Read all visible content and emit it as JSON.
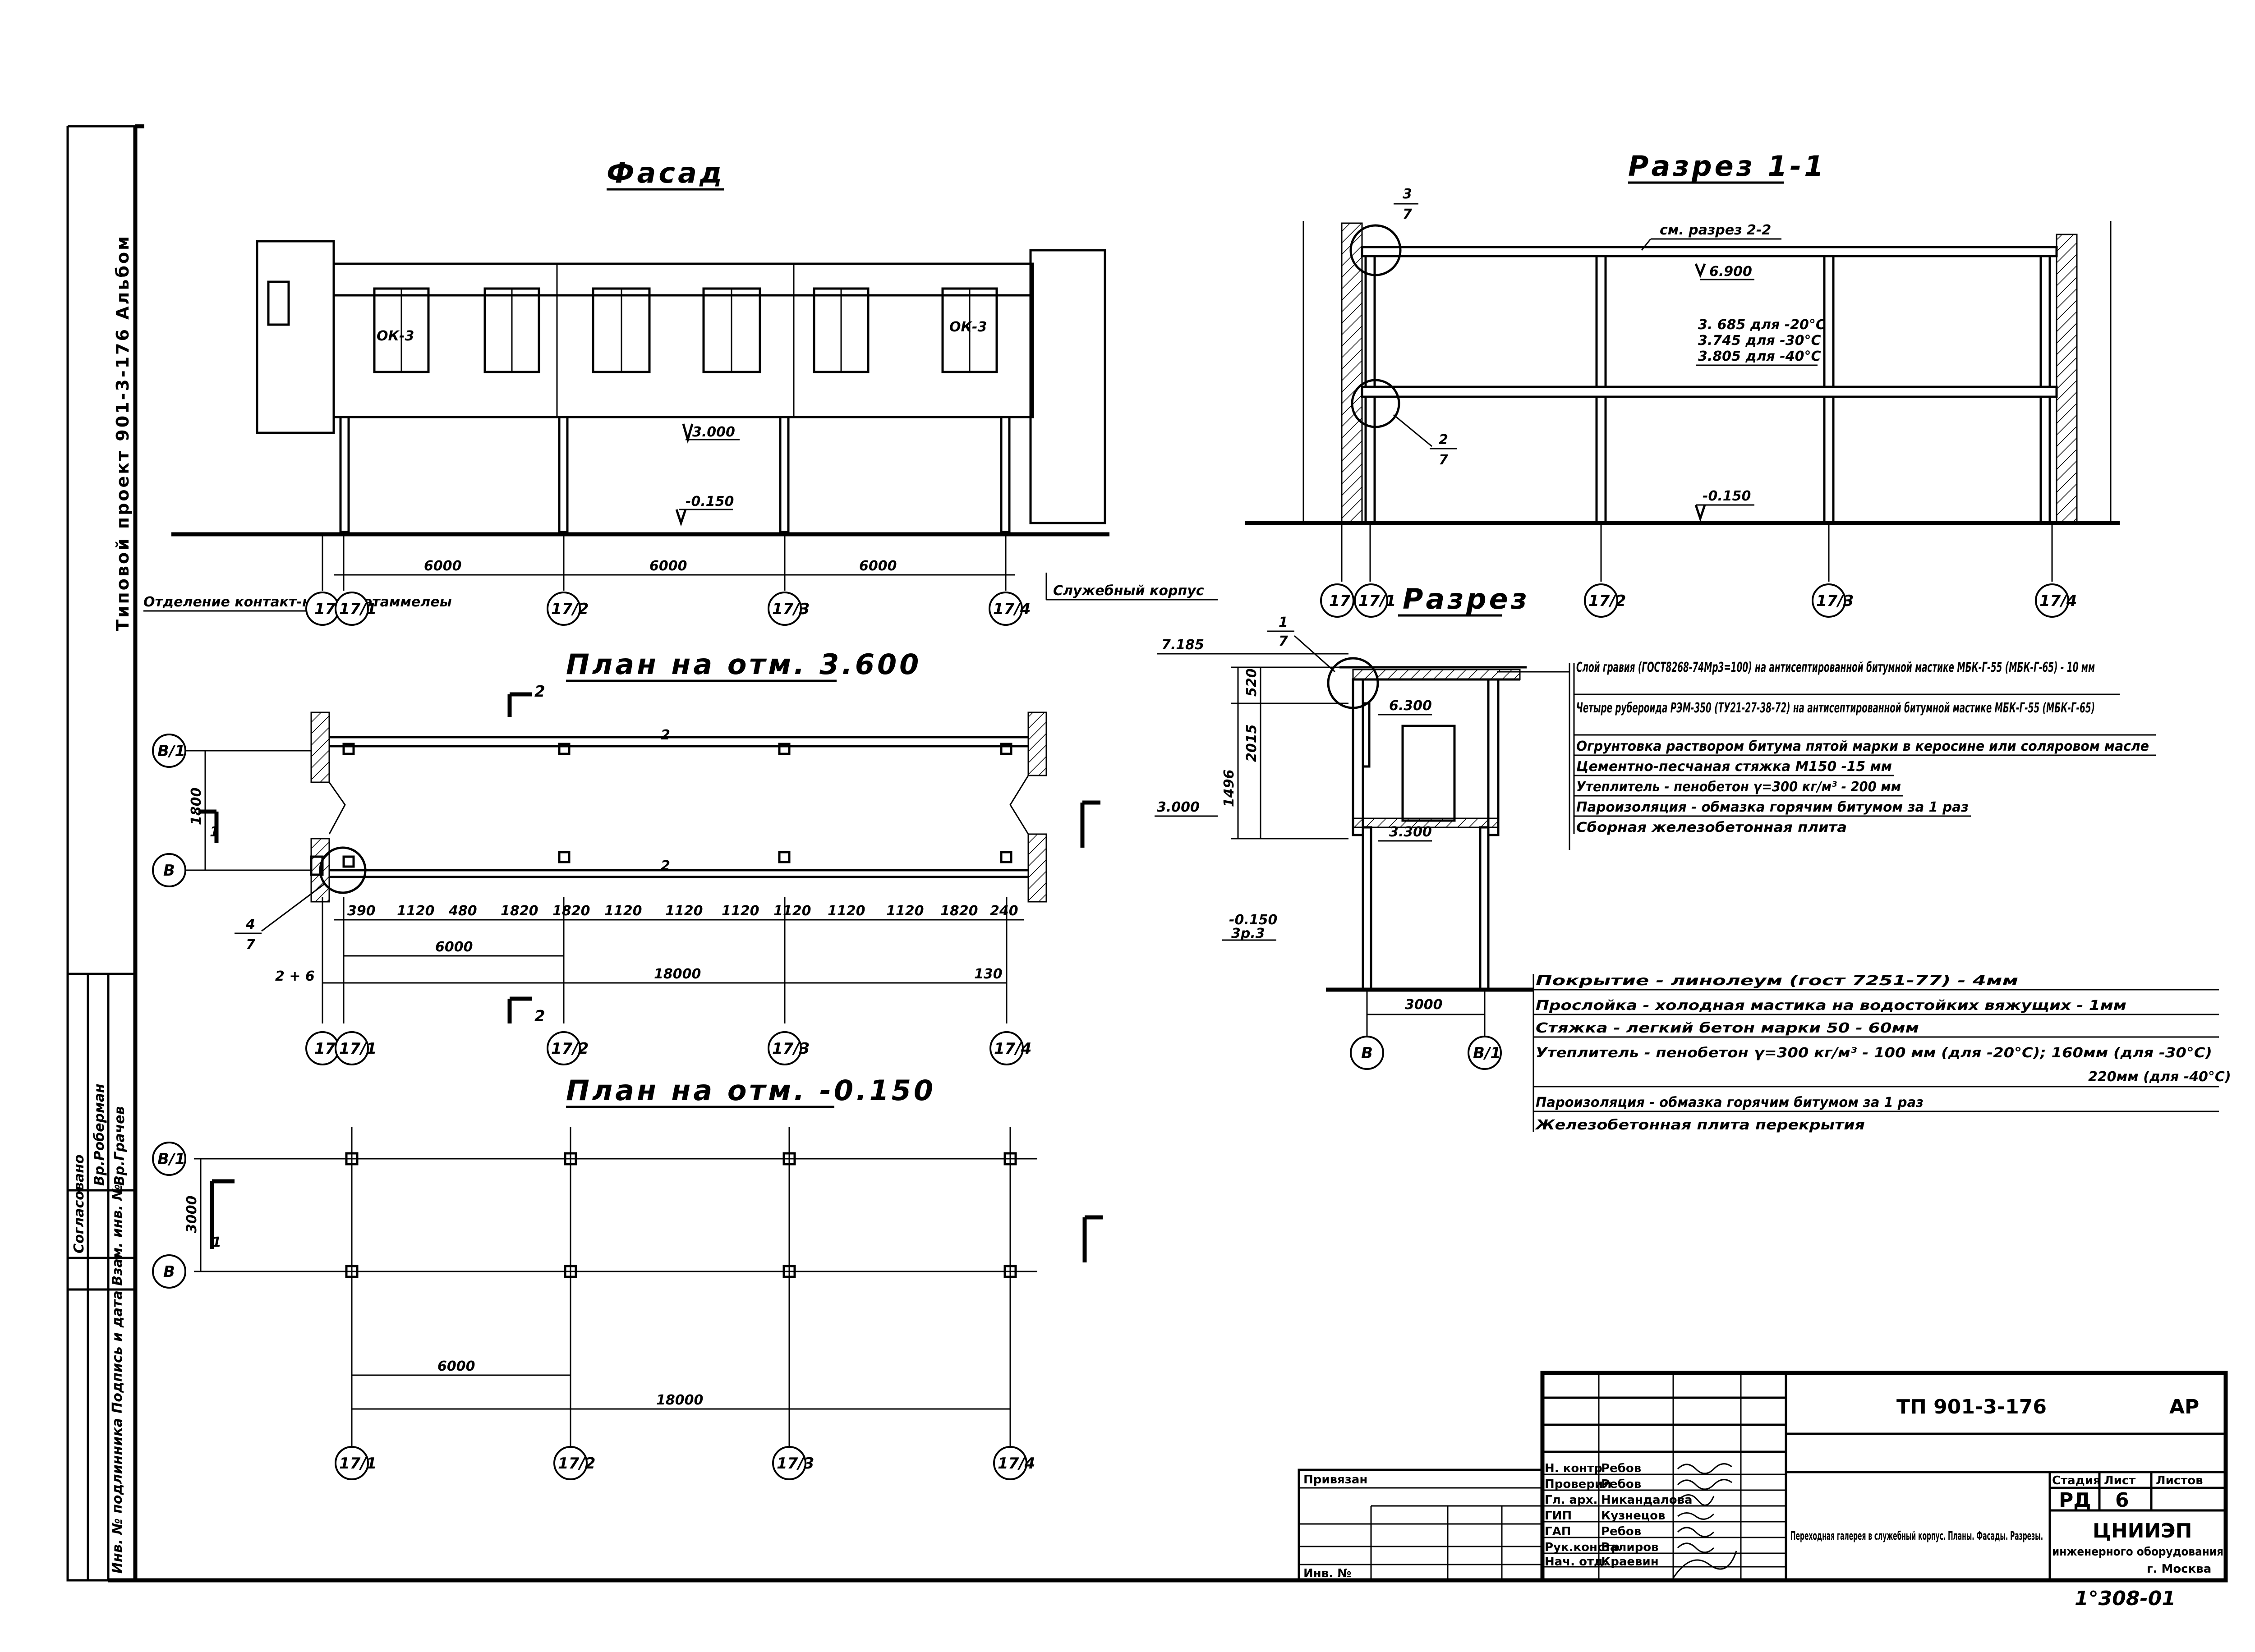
{
  "views": {
    "facade": {
      "title": "Фасад",
      "level_1": "3.000",
      "level_2": "-0.150",
      "dims": [
        "6000",
        "6000",
        "6000"
      ],
      "window_mark_left": "ОК-3",
      "window_mark_right": "ОК-3",
      "left_note": "Отделение контакт-ных осветаммелеы",
      "right_note": "Служебный корпус"
    },
    "section_1_1": {
      "title": "Разрез 1-1",
      "ref": "см. разрез 2-2",
      "callout_top": "3",
      "callout_top_sheet": "7",
      "callout_mid": "2",
      "callout_mid_sheet": "7",
      "level_top": "6.900",
      "levels_note": [
        "3. 685 для -20°С",
        "3.745 для -30°С",
        "3.805 для -40°С"
      ],
      "level_bottom": "-0.150"
    },
    "section": {
      "title": "Разрез",
      "callout": "1",
      "callout_sheet": "7",
      "level_top": "7.185",
      "level_1": "6.300",
      "level_2": "3.000",
      "level_3": "3.300",
      "level_4": "-0.150",
      "level_4b": "3р.3",
      "dims_v": [
        "520",
        "2015",
        "1496"
      ],
      "dim_h": "3000",
      "roof_layers": [
        "Слой гравия (ГОСТ8268-74Мр3=100) на антисептированной битумной мастике МБК-Г-55 (МБК-Г-65) - 10 мм",
        "Четыре рубероида РЭМ-350 (ТУ21-27-38-72) на антисептированной битумной мастике МБК-Г-55 (МБК-Г-65)",
        "Огрунтовка раствором битума пятой марки в керосине или соляровом масле",
        "Цементно-песчаная стяжка М150 -15 мм",
        "Утеплитель - пенобетон γ=300 кг/м³ - 200 мм",
        "Пароизоляция - обмазка горячим битумом за 1 раз",
        "Сборная железобетонная плита"
      ],
      "floor_layers": [
        "Покрытие - линолеум (гост 7251-77) - 4мм",
        "Прослойка - холодная мастика на водостойких вяжущих - 1мм",
        "Стяжка - легкий бетон марки 50 - 60мм",
        "Утеплитель - пенобетон γ=300 кг/м³ - 100 мм (для -20°С); 160мм (для -30°С)",
        "220мм (для -40°С)",
        "Пароизоляция - обмазка горячим битумом за 1 раз",
        "Железобетонная плита перекрытия"
      ]
    },
    "plan_3600": {
      "title": "План на отм. 3.600",
      "cut": "2",
      "cut_b": "2",
      "section_mark": "1",
      "callout": "4",
      "callout_sheet": "7",
      "dims_small": [
        "390",
        "1120",
        "480",
        "1820",
        "1820",
        "1120",
        "1120",
        "1120",
        "1120",
        "1120",
        "1120",
        "1820",
        "240"
      ],
      "dim_6000": "6000",
      "dim_18000": "18000",
      "dim_left": "1800",
      "dim_left_note": "2 + 6",
      "dim_right": "130",
      "dim_a": "2",
      "dim_b": "2"
    },
    "plan_m150": {
      "title": "План на отм. -0.150",
      "dim_left": "3000",
      "dim_6000": "6000",
      "dim_18000": "18000",
      "section_mark": "1"
    }
  },
  "axes": {
    "a17": "17",
    "a17_1": "17/1",
    "a17_2": "17/2",
    "a17_3": "17/3",
    "a17_4": "17/4",
    "aB": "В",
    "aB1": "В/1"
  },
  "margin": {
    "project": "Типовой проект 901-3-176   Альбом",
    "approval_head": "Согласовано",
    "approval_1": "Вр.Роберман",
    "approval_2": "Вр.Грачев",
    "bottom_cols": "Инв. № подлинника   Подпись и дата   Взам. инв. №"
  },
  "titleblock": {
    "doc_code": "ТП 901-3-176",
    "doc_mark": "АР",
    "attached": "Привязан",
    "inv_no": "Инв. №",
    "roles": [
      "Н. контр",
      "Проверил",
      "Гл. арх.",
      "ГИП",
      "ГАП",
      "Рук.констр",
      "Нач. отд."
    ],
    "names": [
      "Ребов",
      "Ребов",
      "Никандалова",
      "Кузнецов",
      "Ребов",
      "Валиров",
      "Краевин"
    ],
    "stage_label": "Стадия",
    "sheet_label": "Лист",
    "sheets_label": "Листов",
    "stage": "РД",
    "sheet": "6",
    "description": "Переходная галерея в служебный корпус. Планы. Фасады. Разрезы.",
    "org": "ЦНИИЭП",
    "org_sub": "инженерного оборудования",
    "city": "г. Москва",
    "archive_no": "1°308-01"
  }
}
